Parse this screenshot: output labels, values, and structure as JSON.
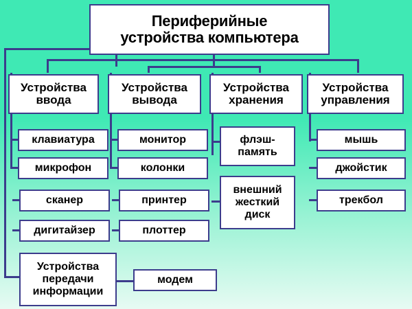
{
  "diagram": {
    "title": "Периферийные\nустройства компьютера",
    "background_top_color": "#3fe9b4",
    "background_bottom_color": "#e7fbf3",
    "box_border_color": "#3c3c8c",
    "box_fill_color": "#ffffff",
    "connector_color": "#3c3c8c",
    "columns": [
      {
        "header": "Устройства\nввода",
        "items": [
          "клавиатура",
          "микрофон",
          "сканер",
          "дигитайзер"
        ]
      },
      {
        "header": "Устройства\nвывода",
        "items": [
          "монитор",
          "колонки",
          "принтер",
          "плоттер"
        ]
      },
      {
        "header": "Устройства\nхранения",
        "items": [
          "флэш-\nпамять",
          "внешний\nжесткий\nдиск"
        ]
      },
      {
        "header": "Устройства\nуправления",
        "items": [
          "мышь",
          "джойстик",
          "трекбол"
        ]
      }
    ],
    "bottom_branch": {
      "header": "Устройства\nпередачи\nинформации",
      "items": [
        "модем"
      ]
    }
  }
}
